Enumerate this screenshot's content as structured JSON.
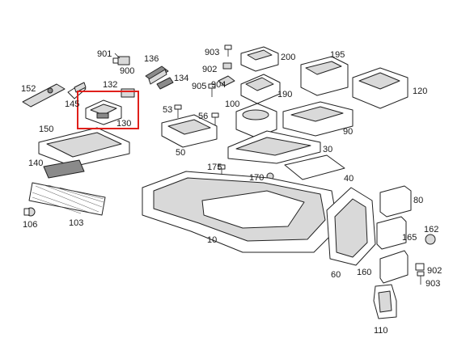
{
  "highlight": {
    "part": "130",
    "color": "#e0201b"
  },
  "labels": {
    "p901": "901",
    "p136": "136",
    "p903a": "903",
    "p200": "200",
    "p195": "195",
    "p900": "900",
    "p902a": "902",
    "p134": "134",
    "p152": "152",
    "p132": "132",
    "p905": "905",
    "p904": "904",
    "p120": "120",
    "p145": "145",
    "p190": "190",
    "p53": "53",
    "p100": "100",
    "p130": "130",
    "p56": "56",
    "p90": "90",
    "p150": "150",
    "p50": "50",
    "p30": "30",
    "p140": "140",
    "p175": "175",
    "p170": "170",
    "p40": "40",
    "p80": "80",
    "p106": "106",
    "p103": "103",
    "p10": "10",
    "p162": "162",
    "p165": "165",
    "p902b": "902",
    "p160": "160",
    "p60": "60",
    "p903b": "903",
    "p110": "110"
  }
}
